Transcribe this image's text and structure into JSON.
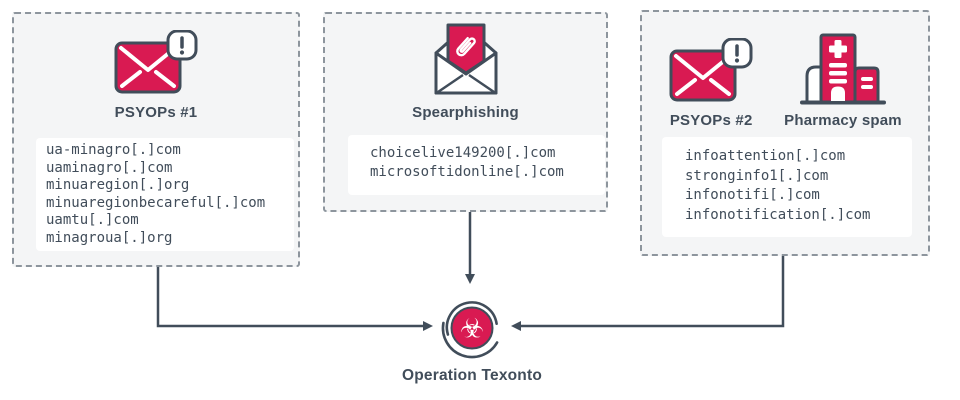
{
  "colors": {
    "accent": "#D91A52",
    "ink": "#414D5A",
    "panel_background": "#F4F5F6",
    "dashed_border": "#8D959D",
    "box_background": "#FFFFFF"
  },
  "panels": [
    {
      "groups": [
        {
          "icon": "alert-envelope-icon",
          "label": "PSYOPs #1"
        }
      ],
      "domains": [
        "ua-minagro[.]com",
        "uaminagro[.]com",
        "minuaregion[.]org",
        "minuaregionbecareful[.]com",
        "uamtu[.]com",
        "minagroua[.]org"
      ]
    },
    {
      "groups": [
        {
          "icon": "attachment-envelope-icon",
          "label": "Spearphishing"
        }
      ],
      "domains": [
        "choicelive149200[.]com",
        "microsoftidonline[.]com"
      ]
    },
    {
      "groups": [
        {
          "icon": "alert-envelope-icon",
          "label": "PSYOPs #2"
        },
        {
          "icon": "pharmacy-building-icon",
          "label": "Pharmacy spam"
        }
      ],
      "domains": [
        "infoattention[.]com",
        "stronginfo1[.]com",
        "infonotifi[.]com",
        "infonotification[.]com"
      ]
    }
  ],
  "hub": {
    "icon": "biohazard-icon",
    "glyph": "☣",
    "label": "Operation Texonto"
  }
}
